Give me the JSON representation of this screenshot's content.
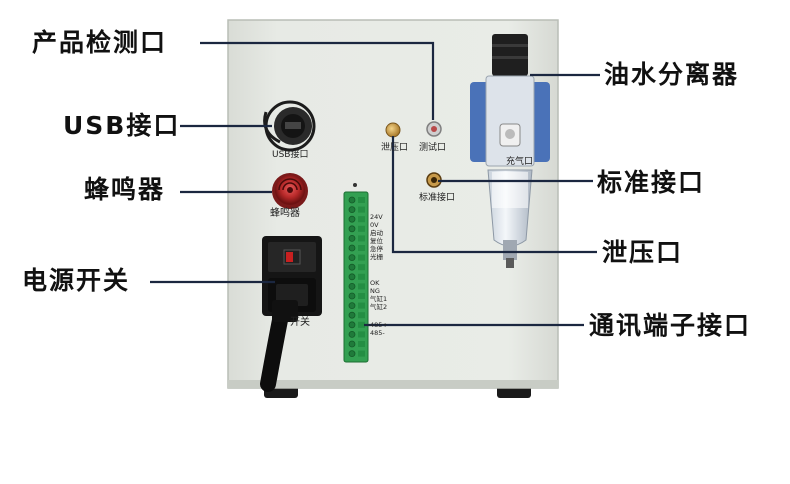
{
  "callouts": {
    "product_port": "产品检测口",
    "usb_port": "USB接口",
    "buzzer": "蜂鸣器",
    "power_switch": "电源开关",
    "oil_water_separator": "油水分离器",
    "standard_port": "标准接口",
    "vent_port": "泄压口",
    "comm_terminal": "通讯端子接口"
  },
  "panel_labels": {
    "usb": "USB接口",
    "buzzer": "蜂鸣器",
    "vent": "泄压口",
    "test": "测试口",
    "standard": "标准接口",
    "fill": "充气口",
    "switch": "开关"
  },
  "terminal_labels": [
    "24V",
    "0V",
    "启动",
    "复位",
    "急停",
    "光栅",
    "OK",
    "NG",
    "气缸1",
    "气缸2",
    "485+",
    "485-"
  ],
  "colors": {
    "panel": "#e5e8e3",
    "terminal": "#33a052",
    "callout_line": "#1b2740"
  }
}
